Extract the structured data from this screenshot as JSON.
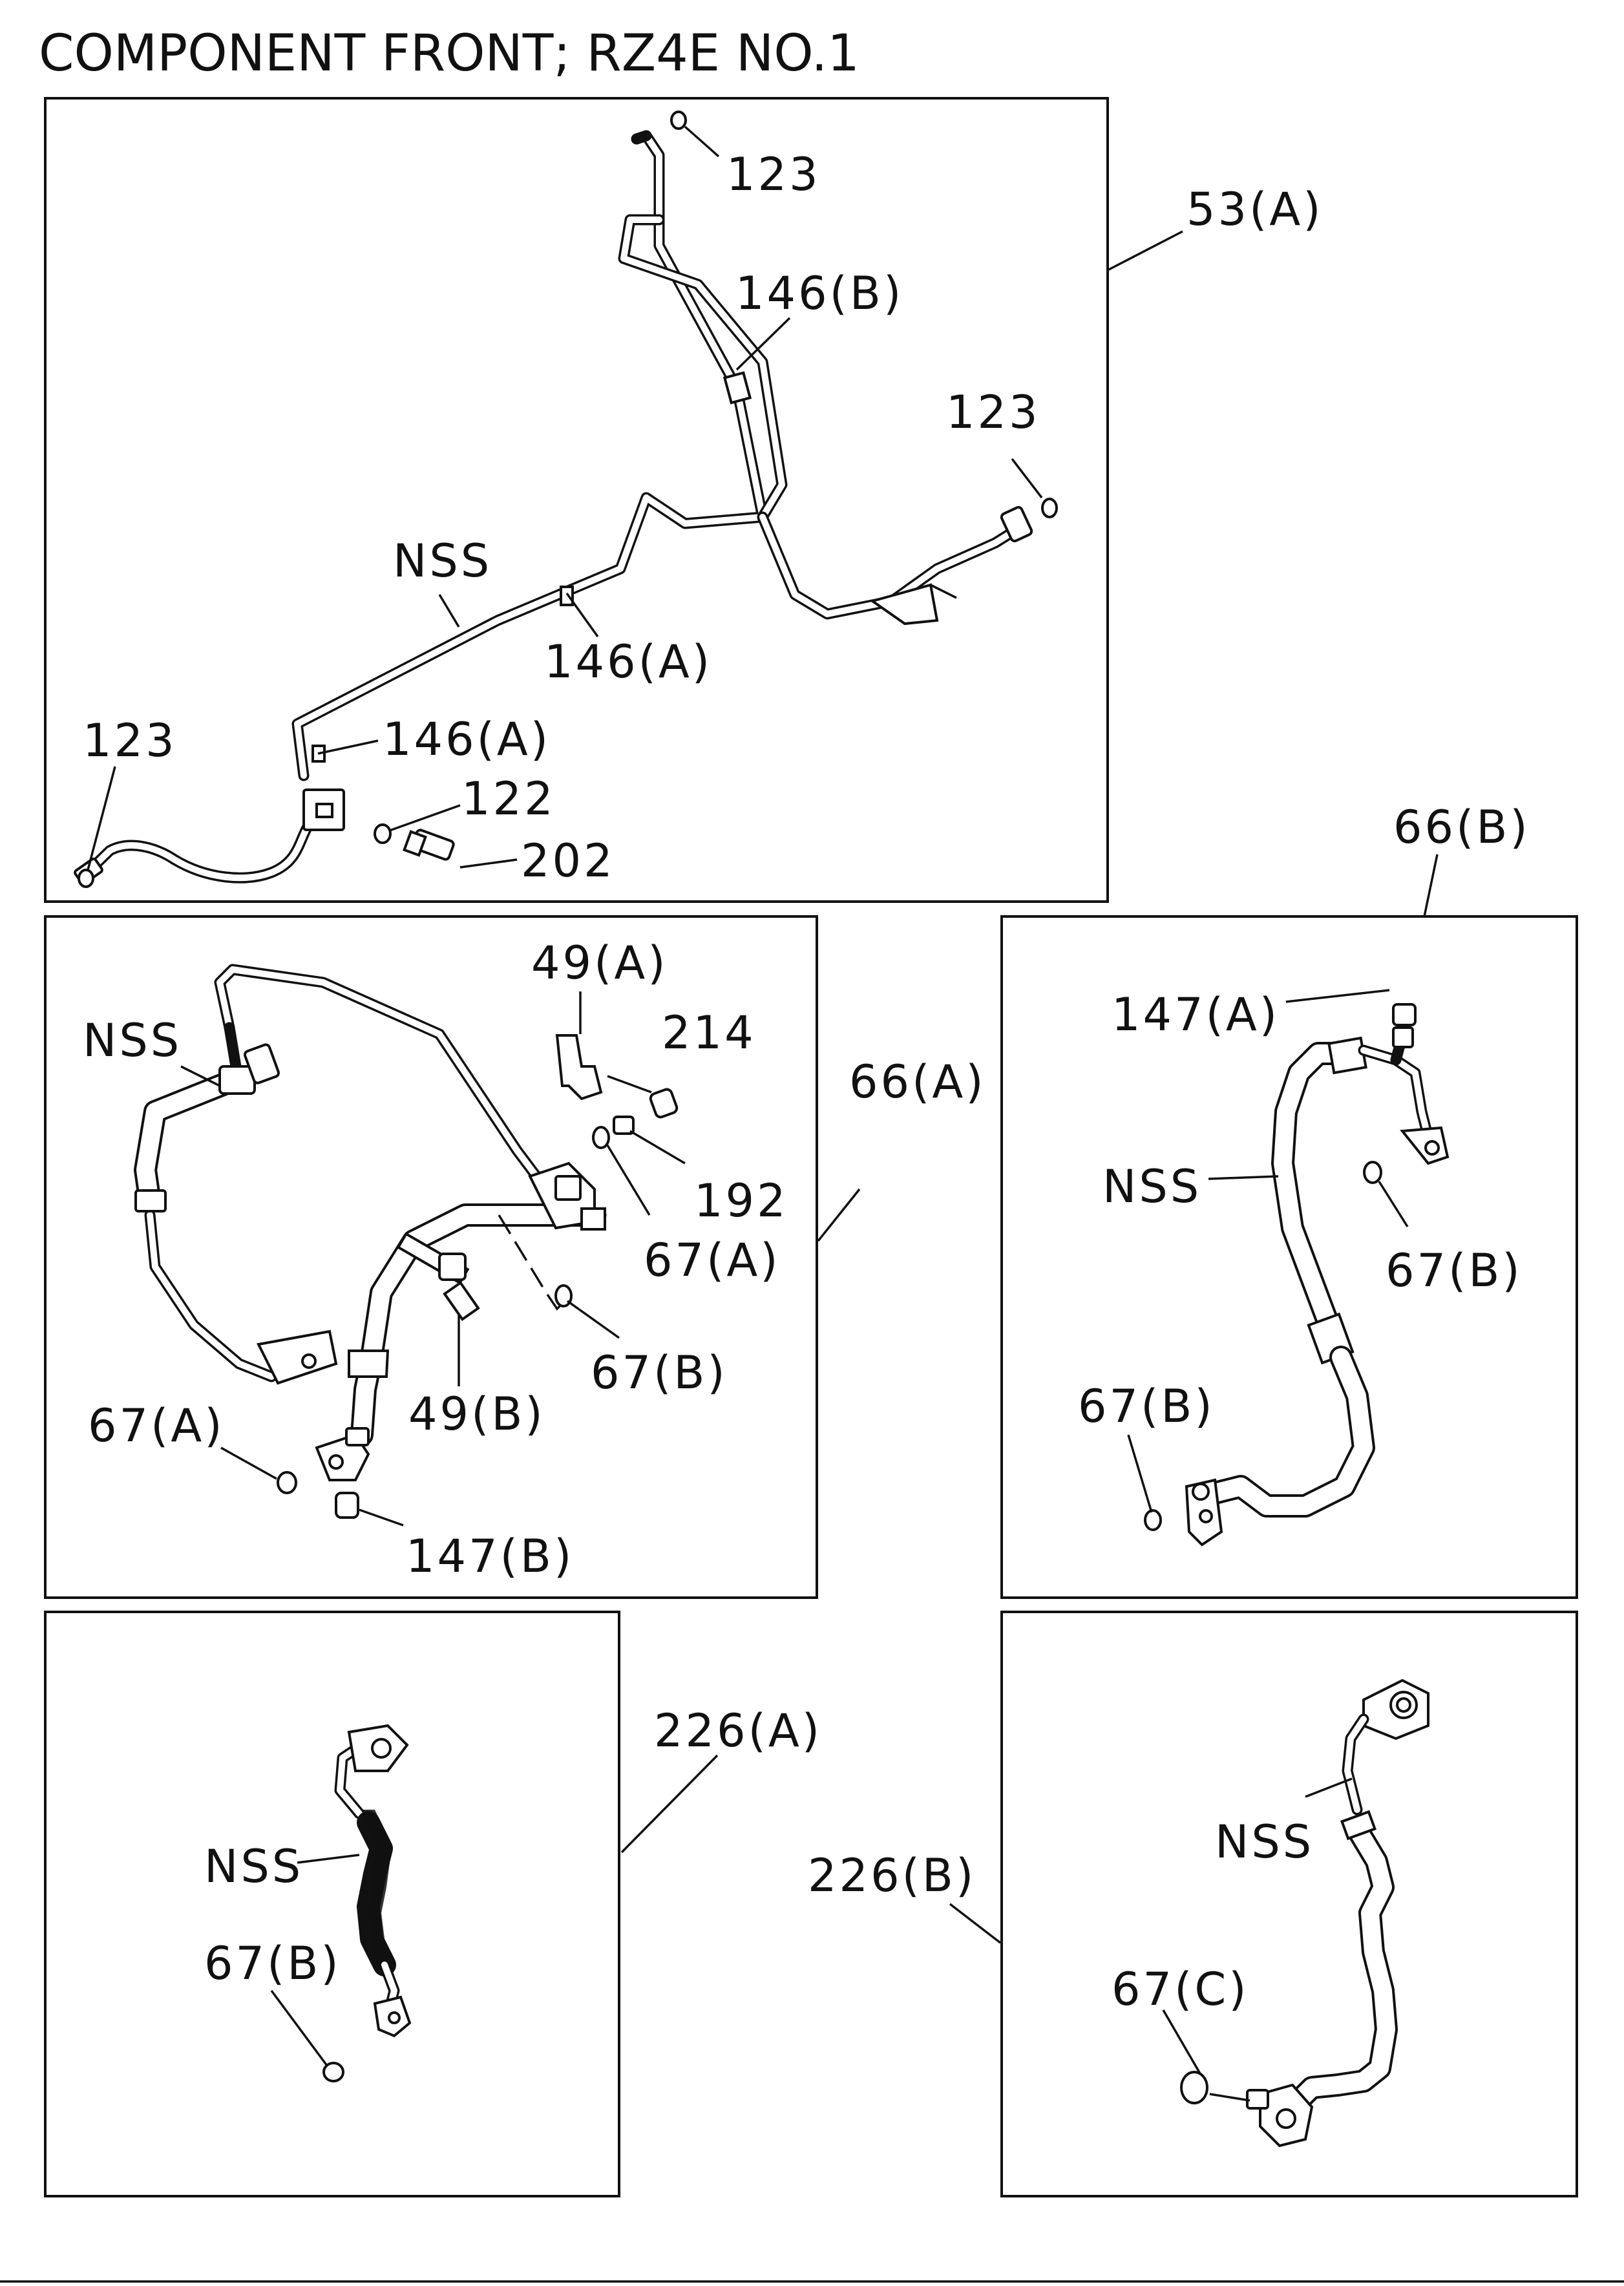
{
  "title": "COMPONENT FRONT; RZ4E NO.1",
  "panels": {
    "p53a": {
      "ref": "53(A)",
      "labels": {
        "l123_top": "123",
        "l146b": "146(B)",
        "l123_right": "123",
        "nss": "NSS",
        "l146a_mid": "146(A)",
        "l123_left": "123",
        "l146a_low": "146(A)",
        "l122": "122",
        "l202": "202"
      }
    },
    "p66a": {
      "ref": "66(A)",
      "labels": {
        "nss": "NSS",
        "l49a": "49(A)",
        "l214": "214",
        "l192": "192",
        "l67a_right": "67(A)",
        "l67b": "67(B)",
        "l49b": "49(B)",
        "l67a_left": "67(A)",
        "l147b": "147(B)"
      }
    },
    "p66b": {
      "ref": "66(B)",
      "labels": {
        "l147a": "147(A)",
        "nss": "NSS",
        "l67b_right": "67(B)",
        "l67b_left": "67(B)"
      }
    },
    "p226a": {
      "ref": "226(A)",
      "labels": {
        "nss": "NSS",
        "l67b": "67(B)"
      }
    },
    "p226b": {
      "ref": "226(B)",
      "labels": {
        "nss": "NSS",
        "l67c": "67(C)"
      }
    }
  }
}
